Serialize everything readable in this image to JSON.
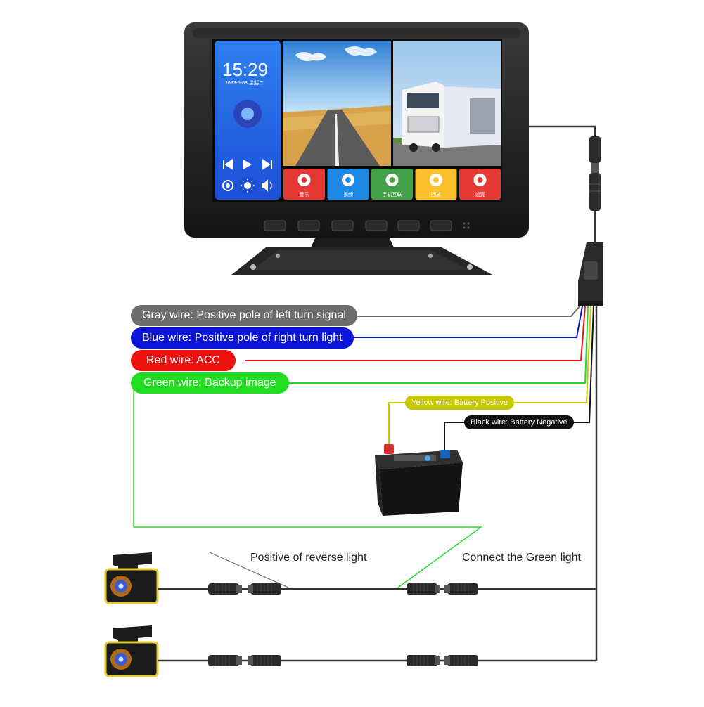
{
  "monitor": {
    "clock": "15:29",
    "date": "2023-5-08  星期二",
    "apps": [
      {
        "label": "音乐",
        "color": "#e53935",
        "icon": "music-icon"
      },
      {
        "label": "视频",
        "color": "#1e88e5",
        "icon": "video-play-icon"
      },
      {
        "label": "手机互联",
        "color": "#43a047",
        "icon": "phone-link-icon"
      },
      {
        "label": "回放",
        "color": "#fbc02d",
        "icon": "playback-camera-icon"
      },
      {
        "label": "设置",
        "color": "#e53935",
        "icon": "settings-gear-icon"
      }
    ]
  },
  "wires": {
    "gray": {
      "label": "Gray wire: Positive pole of left turn signal",
      "color": "#6d6d6d"
    },
    "blue": {
      "label": "Blue wire: Positive pole of right turn light",
      "color": "#0b14d6"
    },
    "red": {
      "label": "Red wire: ACC",
      "color": "#ee1111"
    },
    "green": {
      "label": "Green wire: Backup image",
      "color": "#22dd22"
    },
    "yellow": {
      "label": "Yellow wire: Battery Positive",
      "color": "#c8c800"
    },
    "black": {
      "label": "Black wire: Battery Negative",
      "color": "#111111"
    }
  },
  "captions": {
    "reverse": "Positive of reverse light",
    "green_light": "Connect the Green light"
  }
}
